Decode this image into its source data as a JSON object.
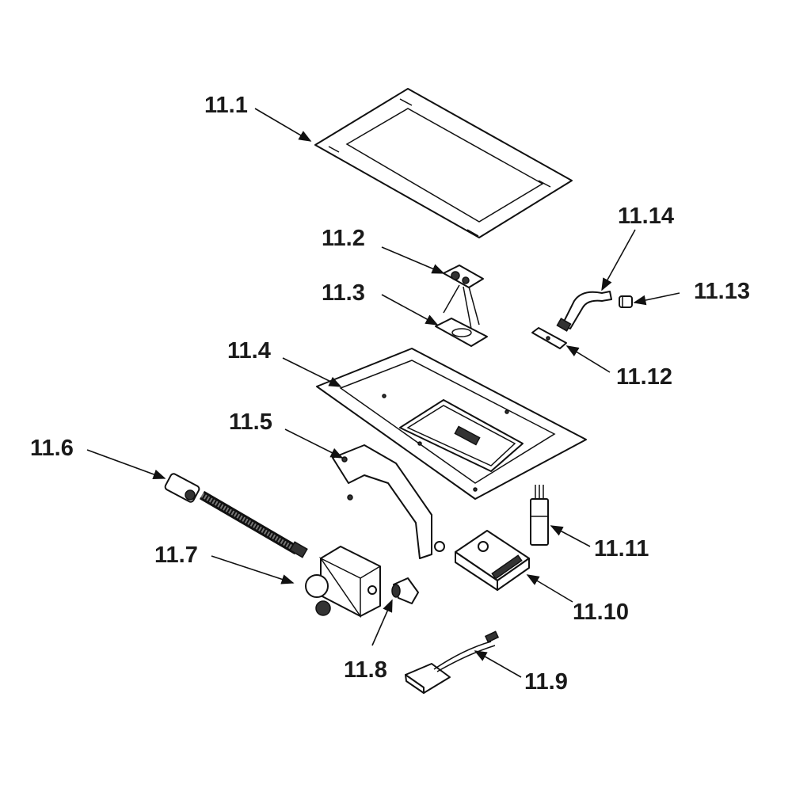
{
  "diagram": {
    "labels": {
      "p1": "11.1",
      "p2": "11.2",
      "p3": "11.3",
      "p4": "11.4",
      "p5": "11.5",
      "p6": "11.6",
      "p7": "11.7",
      "p8": "11.8",
      "p9": "11.9",
      "p10": "11.10",
      "p11": "11.11",
      "p12": "11.12",
      "p13": "11.13",
      "p14": "11.14"
    },
    "colors": {
      "line": "#111111",
      "background": "#ffffff"
    }
  }
}
